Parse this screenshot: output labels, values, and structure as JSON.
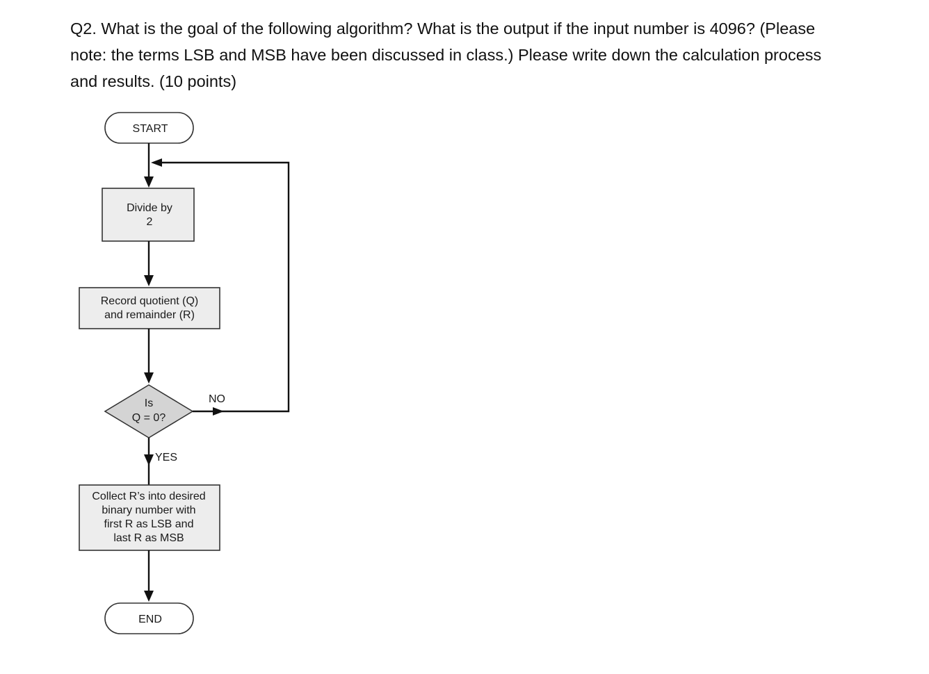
{
  "question": {
    "lines": [
      "Q2. What is the goal of the following algorithm? What is the output if the input number is 4096? (Please",
      "note: the terms LSB and MSB have been discussed in class.) Please write down the calculation process",
      "and results. (10 points)"
    ]
  },
  "flowchart": {
    "start": "START",
    "divide": [
      "Divide by",
      "2"
    ],
    "record": [
      "Record quotient (Q)",
      "and remainder (R)"
    ],
    "decision": [
      "Is",
      "Q = 0?"
    ],
    "no_label": "NO",
    "yes_label": "YES",
    "collect": [
      "Collect R’s into desired",
      "binary number with",
      "first R as LSB and",
      "last R as MSB"
    ],
    "end": "END"
  }
}
